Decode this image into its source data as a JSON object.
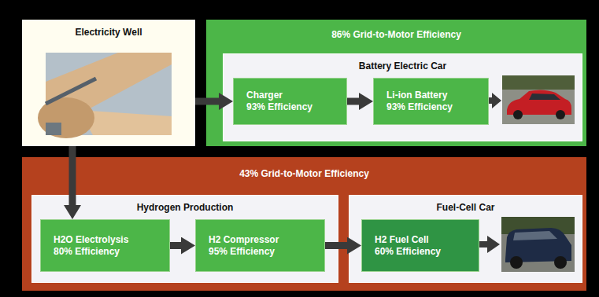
{
  "diagram": {
    "nodes": [
      {
        "text": [
          "Electricity Well"
        ]
      },
      {
        "text": [
          "86% Grid-to-Motor Efficiency"
        ]
      },
      {
        "text": [
          "Battery Electric Car"
        ],
        "in": 1
      },
      {
        "text": [
          "Charger",
          "93% Efficiency"
        ],
        "in": 2
      },
      {
        "text": [
          "Li-ion Battery",
          "93% Efficiency"
        ],
        "in": 2
      },
      {
        "text": [
          "43% Grid-to-Motor Efficiency"
        ]
      },
      {
        "text": [
          "Hydrogen Production"
        ],
        "in": 5
      },
      {
        "text": [
          "H2O Electrolysis",
          "80% Efficiency"
        ],
        "in": 6
      },
      {
        "text": [
          "H2 Compressor",
          "95% Efficiency"
        ],
        "in": 6
      },
      {
        "text": [
          "Fuel-Cell Car"
        ],
        "in": 5
      },
      {
        "text": [
          "H2 Fuel Cell",
          "60% Efficiency"
        ],
        "in": 9
      }
    ],
    "edges": [
      {
        "from": 0,
        "to": 3,
        "arrow": "to"
      },
      {
        "from": 3,
        "to": 4,
        "arrow": "to"
      },
      {
        "from": 0,
        "to": 7,
        "arrow": "to"
      },
      {
        "from": 7,
        "to": 8,
        "arrow": "to"
      },
      {
        "from": 8,
        "to": 10,
        "arrow": "to"
      }
    ]
  }
}
